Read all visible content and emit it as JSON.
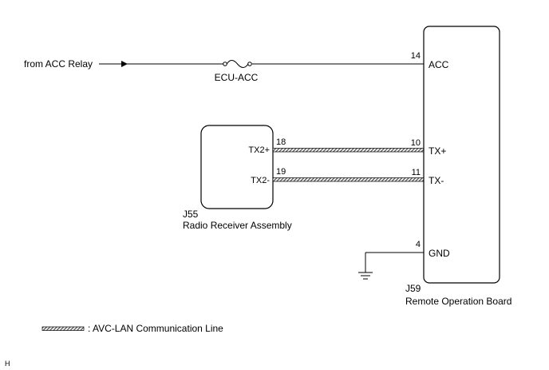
{
  "source": {
    "label": "from ACC Relay"
  },
  "fuse": {
    "label": "ECU-ACC"
  },
  "receiver": {
    "connector": "J55",
    "name": "Radio Receiver Assembly",
    "pins": [
      {
        "number": "18",
        "signal": "TX2+"
      },
      {
        "number": "19",
        "signal": "TX2-"
      }
    ]
  },
  "board": {
    "connector": "J59",
    "name": "Remote Operation Board",
    "pins": [
      {
        "number": "14",
        "signal": "ACC"
      },
      {
        "number": "10",
        "signal": "TX+"
      },
      {
        "number": "11",
        "signal": "TX-"
      },
      {
        "number": "4",
        "signal": "GND"
      }
    ]
  },
  "legend": {
    "line_type": "avc-lan-hatched-line",
    "text": ": AVC-LAN Communication Line"
  },
  "corner_mark": "H"
}
